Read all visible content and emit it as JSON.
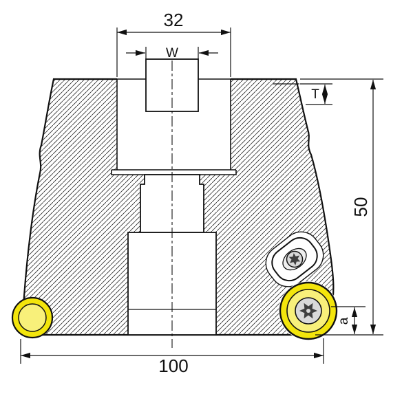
{
  "drawing": {
    "labels": {
      "top_width": "32",
      "slot_width": "W",
      "step_depth": "T",
      "overall_height": "50",
      "insert_height": "a",
      "diameter": "100"
    },
    "colors": {
      "insert_outer": "#f3e50c",
      "insert_inner": "#f8f07a",
      "screw_head": "#d9d9d9",
      "screw_star": "#3f3f3f"
    }
  }
}
